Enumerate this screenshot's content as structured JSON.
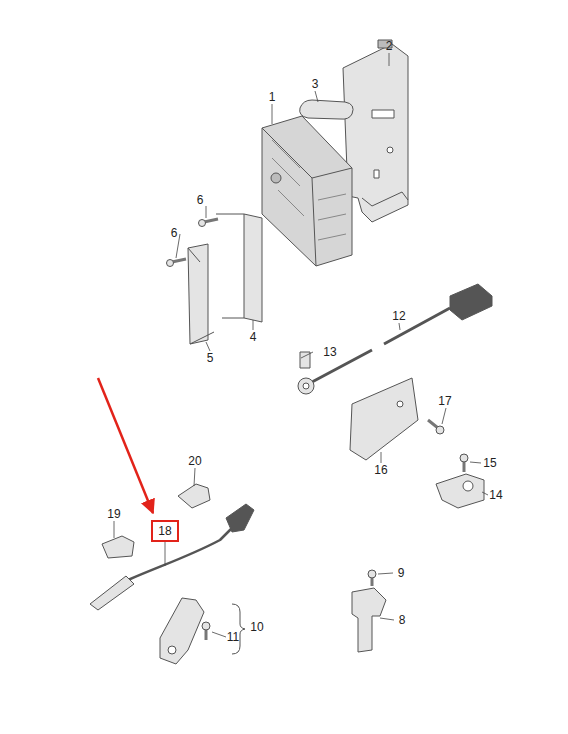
{
  "diagram": {
    "nodes": [
      {
        "text": [
          "18"
        ]
      }
    ],
    "labels": [
      "1",
      "2",
      "3",
      "6",
      "6",
      "4",
      "5",
      "12",
      "13",
      "17",
      "15",
      "16",
      "14",
      "20",
      "19",
      "9",
      "8",
      "11",
      "10"
    ]
  }
}
